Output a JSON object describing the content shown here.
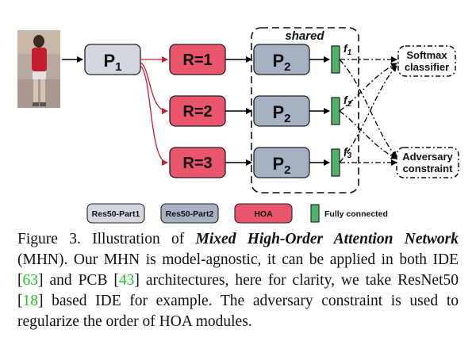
{
  "colors": {
    "p1_fill": "#d3d7df",
    "p2_fill": "#a6b1c2",
    "hoa_fill": "#e9556a",
    "fc_fill": "#4eb26a",
    "arrow_red": "#c81e2a",
    "cite_green": "#22c322"
  },
  "diagram": {
    "shared_label": "shared",
    "p1": {
      "base": "P",
      "sub": "1"
    },
    "hoa_blocks": [
      "R=1",
      "R=2",
      "R=3"
    ],
    "p2": {
      "base": "P",
      "sub": "2"
    },
    "features": [
      {
        "base": "f",
        "sub": "1"
      },
      {
        "base": "f",
        "sub": "2"
      },
      {
        "base": "f",
        "sub": "3"
      }
    ],
    "softmax": {
      "line1": "Softmax",
      "line2": "classifier"
    },
    "adversary": {
      "line1": "Adversary",
      "line2": "constraint"
    },
    "input_icon": "person-photo"
  },
  "legend": {
    "part1": "Res50-Part1",
    "part2": "Res50-Part2",
    "hoa": "HOA",
    "fc": "Fully connected"
  },
  "caption": {
    "prefix": "Figure 3. Illustration of ",
    "title": "Mixed High-Order Attention Network",
    "t1": " (MHN). Our MHN is model-agnostic, it can be applied in both IDE [",
    "c1": "63",
    "t2": "] and PCB [",
    "c2": "43",
    "t3": "] architectures, here for clarity, we take ResNet50 [",
    "c3": "18",
    "t4": "] based IDE for example. The adversary constraint is used to regularize the order of HOA modules."
  }
}
